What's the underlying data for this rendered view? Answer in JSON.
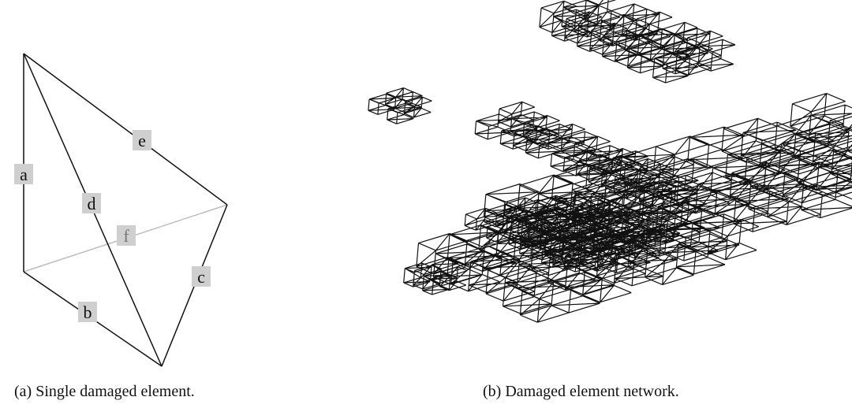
{
  "figure_a": {
    "caption": "(a) Single damaged element.",
    "edge_labels": [
      "a",
      "b",
      "c",
      "d",
      "e",
      "f"
    ]
  },
  "figure_b": {
    "caption": "(b) Damaged element network."
  },
  "colors": {
    "line": "#111111",
    "hidden_edge": "#bdbdbd",
    "label_box": "#cfcfcf",
    "label_text": "#111111",
    "hidden_label_text": "#777777"
  }
}
